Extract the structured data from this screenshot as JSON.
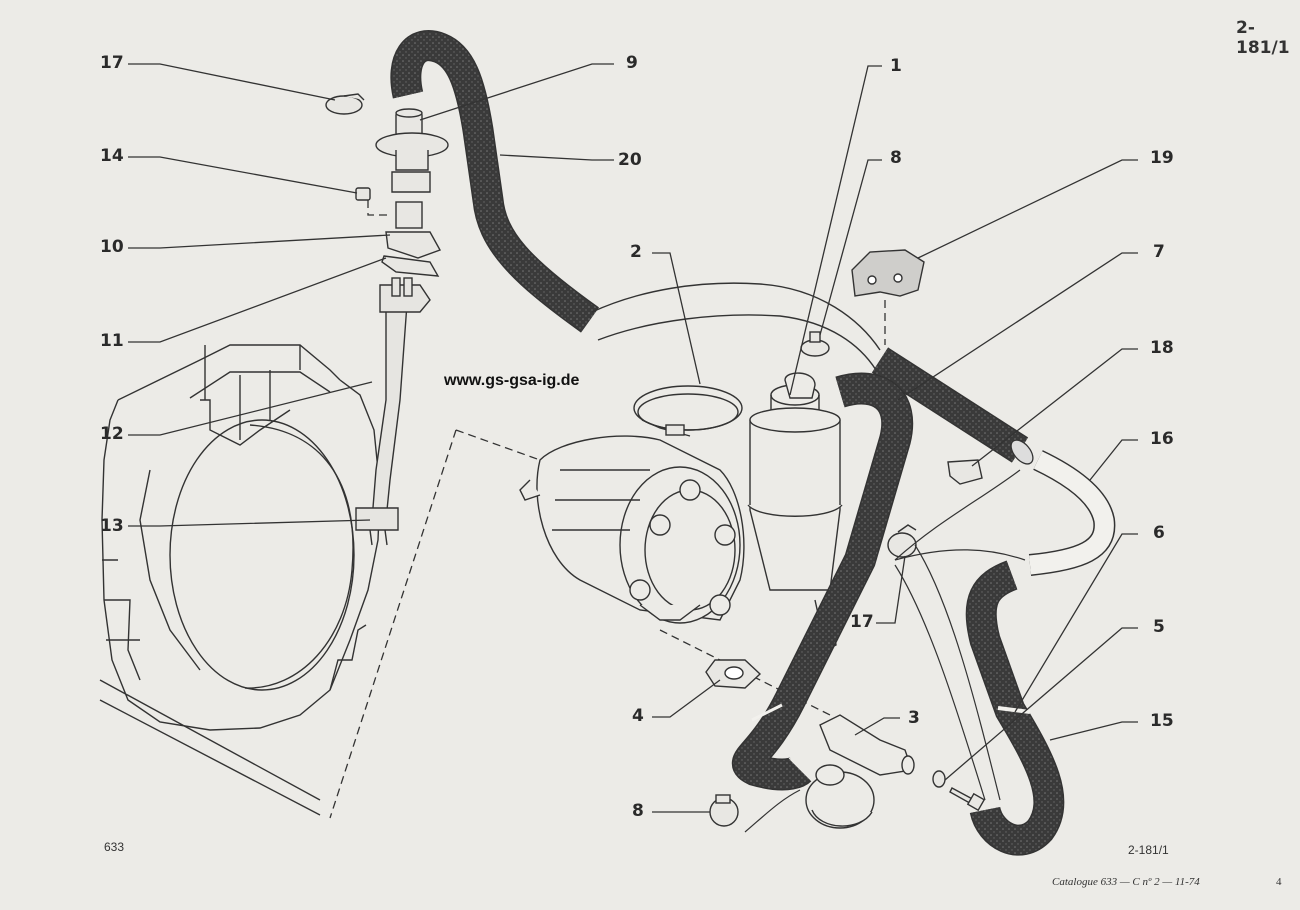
{
  "sheet": {
    "reference_top": "2-181/1",
    "reference_bottom": "2-181/1",
    "model_code": "633",
    "catalogue": "Catalogue 633 — C nº 2 — 11-74",
    "page_number": "4",
    "watermark": "www.gs-gsa-ig.de"
  },
  "callouts": [
    "17",
    "9",
    "1",
    "8",
    "19",
    "14",
    "20",
    "10",
    "2",
    "7",
    "11",
    "18",
    "12",
    "16",
    "13",
    "6",
    "17",
    "5",
    "4",
    "3",
    "15",
    "8"
  ],
  "colors": {
    "paper": "#ecebe7",
    "ink": "#2a2a2a",
    "hose": "#3b3b3b"
  }
}
